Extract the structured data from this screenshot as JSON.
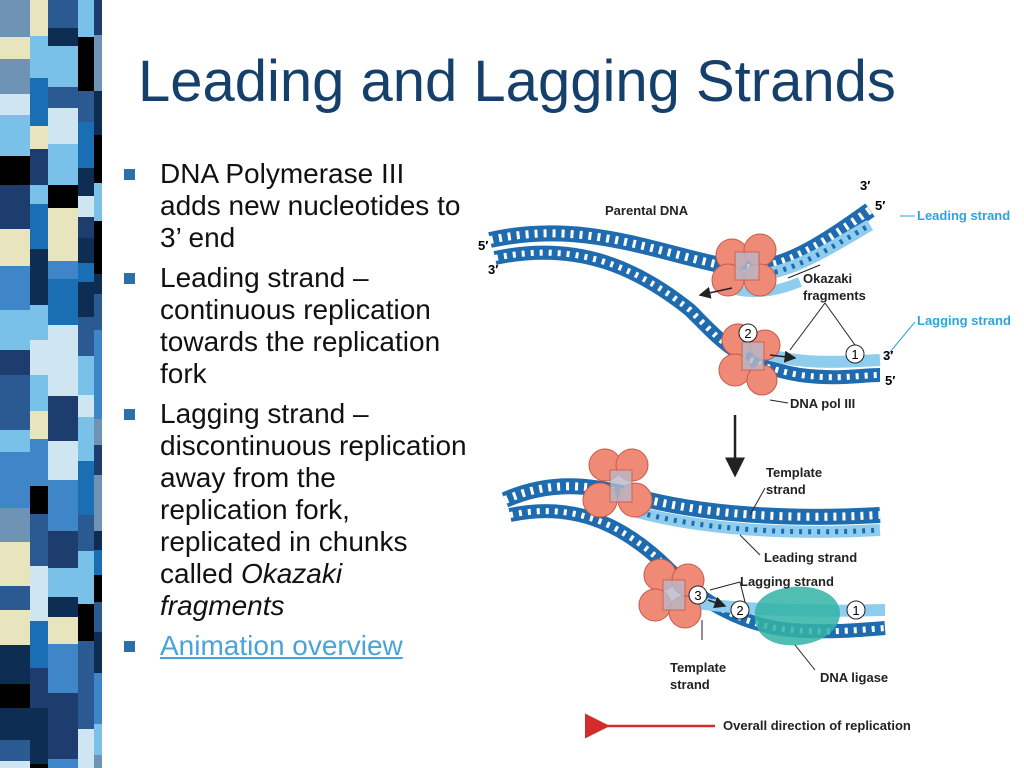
{
  "slide": {
    "title": "Leading and Lagging Strands",
    "bullets": [
      {
        "prefix": "DNA Polymerase III adds new nucleotides to 3’ end",
        "italic": ""
      },
      {
        "prefix": "Leading strand – continuous replication towards the replication fork",
        "italic": ""
      },
      {
        "prefix": "Lagging strand – discontinuous replication away from the replication fork, replicated in chunks called ",
        "italic": "Okazaki fragments"
      }
    ],
    "link_text": "Animation overview"
  },
  "diagram": {
    "top": {
      "parental_dna": "Parental DNA",
      "leading_strand": "Leading strand",
      "lagging_strand": "Lagging strand",
      "okazaki_line1": "Okazaki",
      "okazaki_line2": "fragments",
      "dna_pol": "DNA pol III",
      "end_3_top": "3′",
      "end_5_top": "5′",
      "end_5_left": "5′",
      "end_3_left": "3′",
      "end_3_right": "3′",
      "end_5_right": "5′",
      "num1": "1",
      "num2": "2"
    },
    "bottom": {
      "template_top_line1": "Template",
      "template_top_line2": "strand",
      "leading_strand": "Leading strand",
      "lagging_strand": "Lagging strand",
      "template_bot_line1": "Template",
      "template_bot_line2": "strand",
      "dna_ligase": "DNA ligase",
      "num1": "1",
      "num2": "2",
      "num3": "3"
    },
    "direction_label": "Overall direction of replication",
    "colors": {
      "dark_strand": "#1f6bb0",
      "light_strand": "#8fcdee",
      "polymerase": "#ef8a76",
      "ligase": "#33b3a6",
      "label_blue": "#2ba4e0",
      "arrow_red": "#d42b2b"
    }
  }
}
